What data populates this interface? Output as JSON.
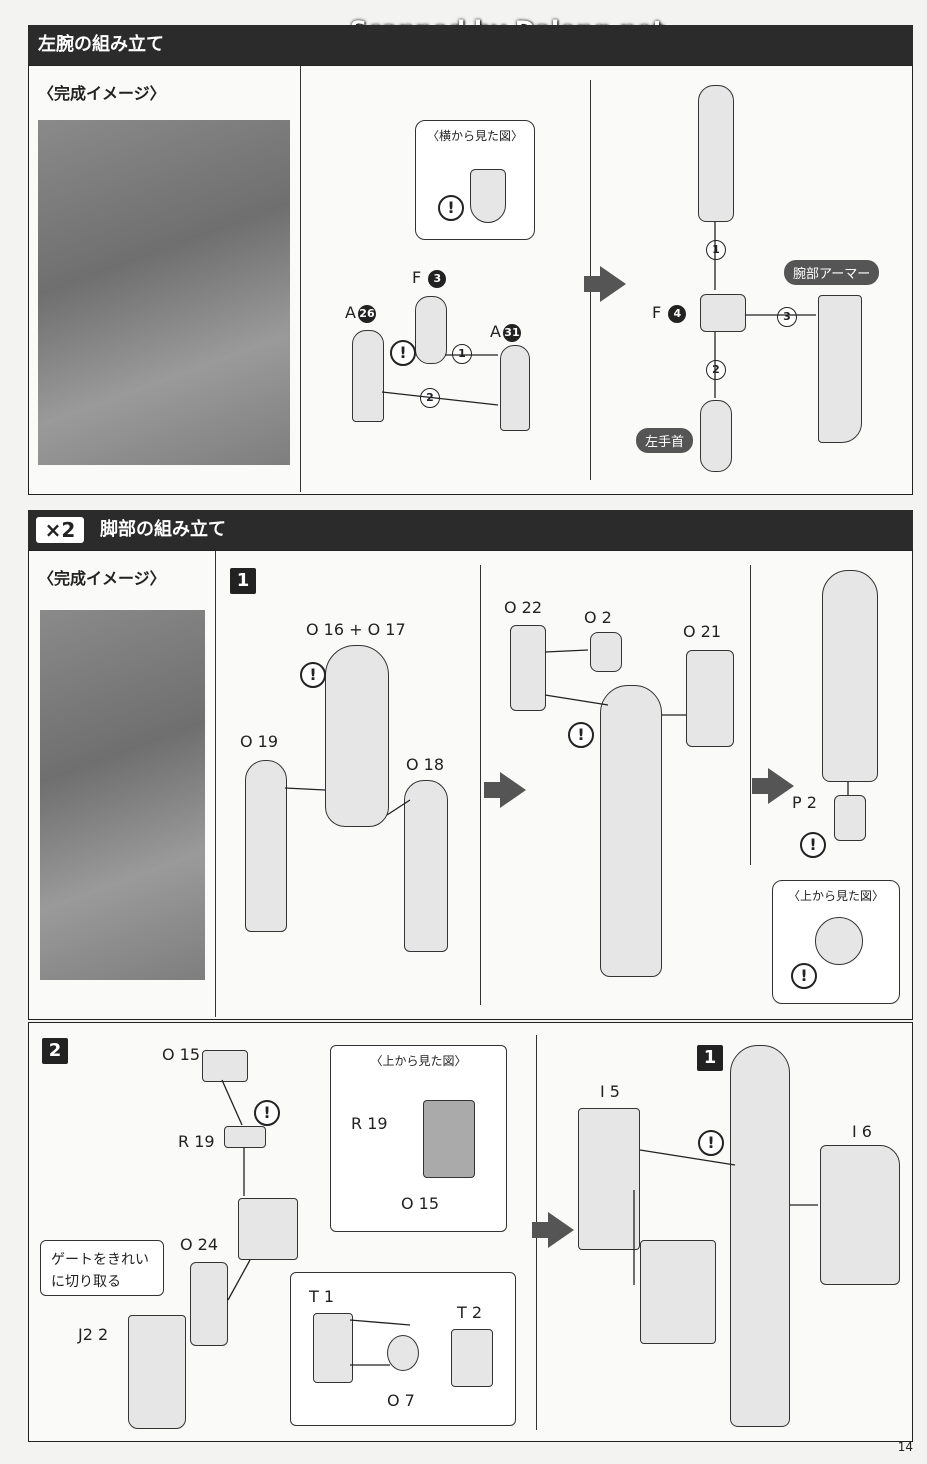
{
  "watermark": "Scanned by Dalong.net",
  "section1": {
    "title": "左腕の組み立て",
    "image_caption": "〈完成イメージ〉",
    "side_view_caption": "〈横から見た図〉",
    "labels": {
      "f": "F",
      "a1": "A",
      "a2": "A",
      "f2": "F"
    },
    "nums": {
      "f3": "3",
      "a26": "26",
      "a31": "31",
      "f4": "4",
      "s1": "1",
      "s2": "2",
      "r1": "1",
      "r2": "2",
      "r3": "3"
    },
    "tags": {
      "arm_armor": "腕部アーマー",
      "left_wrist": "左手首"
    }
  },
  "section2": {
    "multiplier": "×2",
    "title": "脚部の組み立て",
    "image_caption": "〈完成イメージ〉",
    "step1": "1",
    "step2": "2",
    "step1_labels": {
      "o16o17": "O 16 + O 17",
      "o19": "O 19",
      "o18": "O 18",
      "o22": "O 22",
      "o2": "O 2",
      "o21": "O 21",
      "p2": "P 2",
      "top_view": "〈上から見た図〉"
    },
    "step2_labels": {
      "o15": "O 15",
      "r19": "R 19",
      "o24": "O 24",
      "j2": "J2 2",
      "gate_note_1": "ゲートをきれい",
      "gate_note_2": "に切り取る",
      "top_view": "〈上から見た図〉",
      "r19b": "R 19",
      "o15b": "O 15",
      "t1": "T 1",
      "t2": "T 2",
      "o7": "O 7",
      "i5": "I 5",
      "i6": "I 6",
      "sub1": "1"
    }
  },
  "page_number": "14"
}
